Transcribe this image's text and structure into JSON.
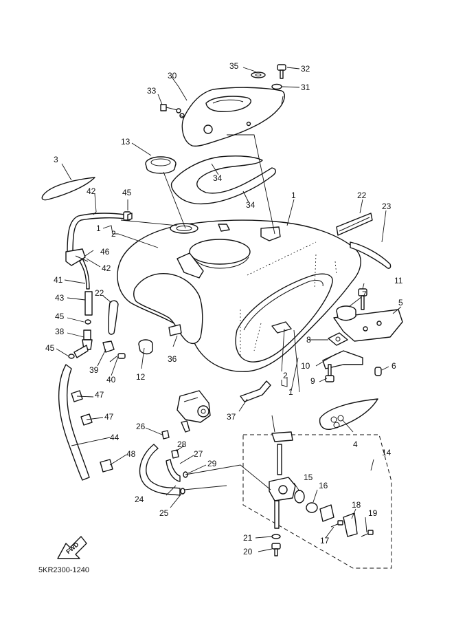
{
  "diagram": {
    "callouts": {
      "c1a": "1",
      "c1b": "1",
      "c1c": "1",
      "c2a": "2",
      "c2b": "2",
      "c3": "3",
      "c4": "4",
      "c5": "5",
      "c6": "6",
      "c7": "7",
      "c8": "8",
      "c9": "9",
      "c10": "10",
      "c11": "11",
      "c12": "12",
      "c13": "13",
      "c14": "14",
      "c15": "15",
      "c16": "16",
      "c17": "17",
      "c18": "18",
      "c19": "19",
      "c20": "20",
      "c21": "21",
      "c22a": "22",
      "c22b": "22",
      "c23": "23",
      "c24": "24",
      "c25": "25",
      "c26": "26",
      "c27": "27",
      "c28": "28",
      "c29": "29",
      "c30": "30",
      "c31": "31",
      "c32": "32",
      "c33": "33",
      "c34a": "34",
      "c34b": "34",
      "c35": "35",
      "c36": "36",
      "c37": "37",
      "c38": "38",
      "c39": "39",
      "c40": "40",
      "c41": "41",
      "c42a": "42",
      "c42b": "42",
      "c43": "43",
      "c44": "44",
      "c45a": "45",
      "c45b": "45",
      "c45c": "45",
      "c46": "46",
      "c47a": "47",
      "c47b": "47",
      "c48": "48"
    },
    "fwd_label": "FWD",
    "caption": "5KR2300-1240"
  }
}
